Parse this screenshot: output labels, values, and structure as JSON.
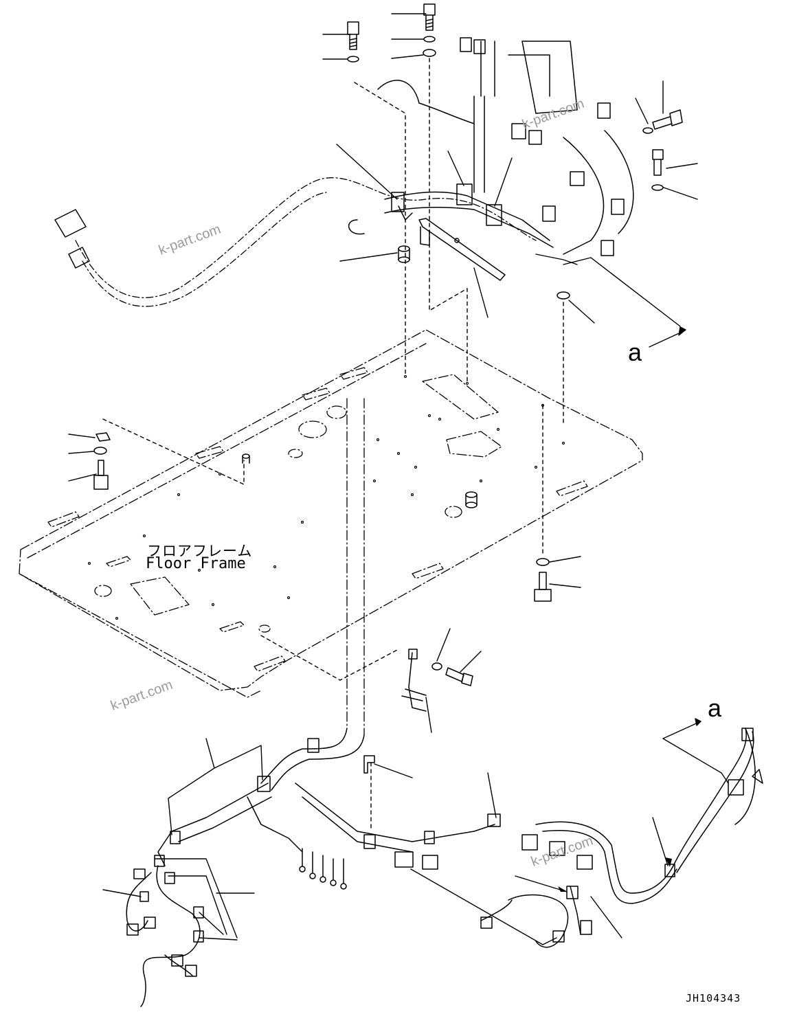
{
  "floor_label_jp": "フロアフレーム",
  "floor_label_en": "Floor Frame",
  "view_marker_top": "a",
  "view_marker_bottom": "a",
  "drawing_code": "JH104343",
  "watermark": "k-part.com",
  "colors": {
    "line": "#000000",
    "watermark": "#9a9a9a",
    "background": "#ffffff"
  }
}
